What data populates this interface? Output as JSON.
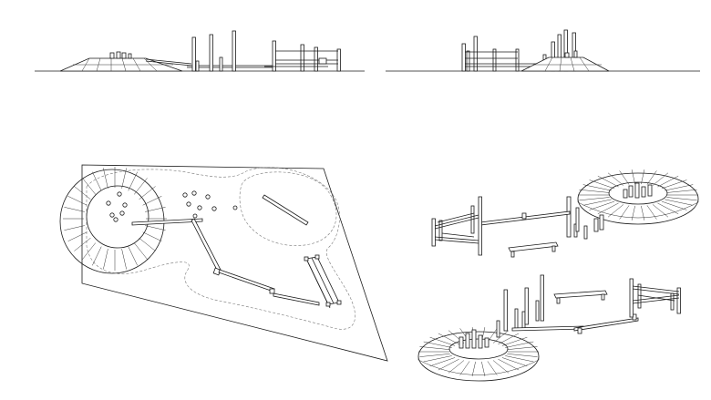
{
  "sheet": {
    "background": "#ffffff",
    "line_color": "#1a1a1a",
    "dashed_color": "#777777"
  },
  "views": [
    {
      "id": "elevation-left",
      "kind": "elevation"
    },
    {
      "id": "elevation-right",
      "kind": "elevation"
    },
    {
      "id": "site-plan",
      "kind": "plan"
    },
    {
      "id": "axon-upper",
      "kind": "axonometric"
    },
    {
      "id": "axon-lower",
      "kind": "axonometric"
    }
  ]
}
